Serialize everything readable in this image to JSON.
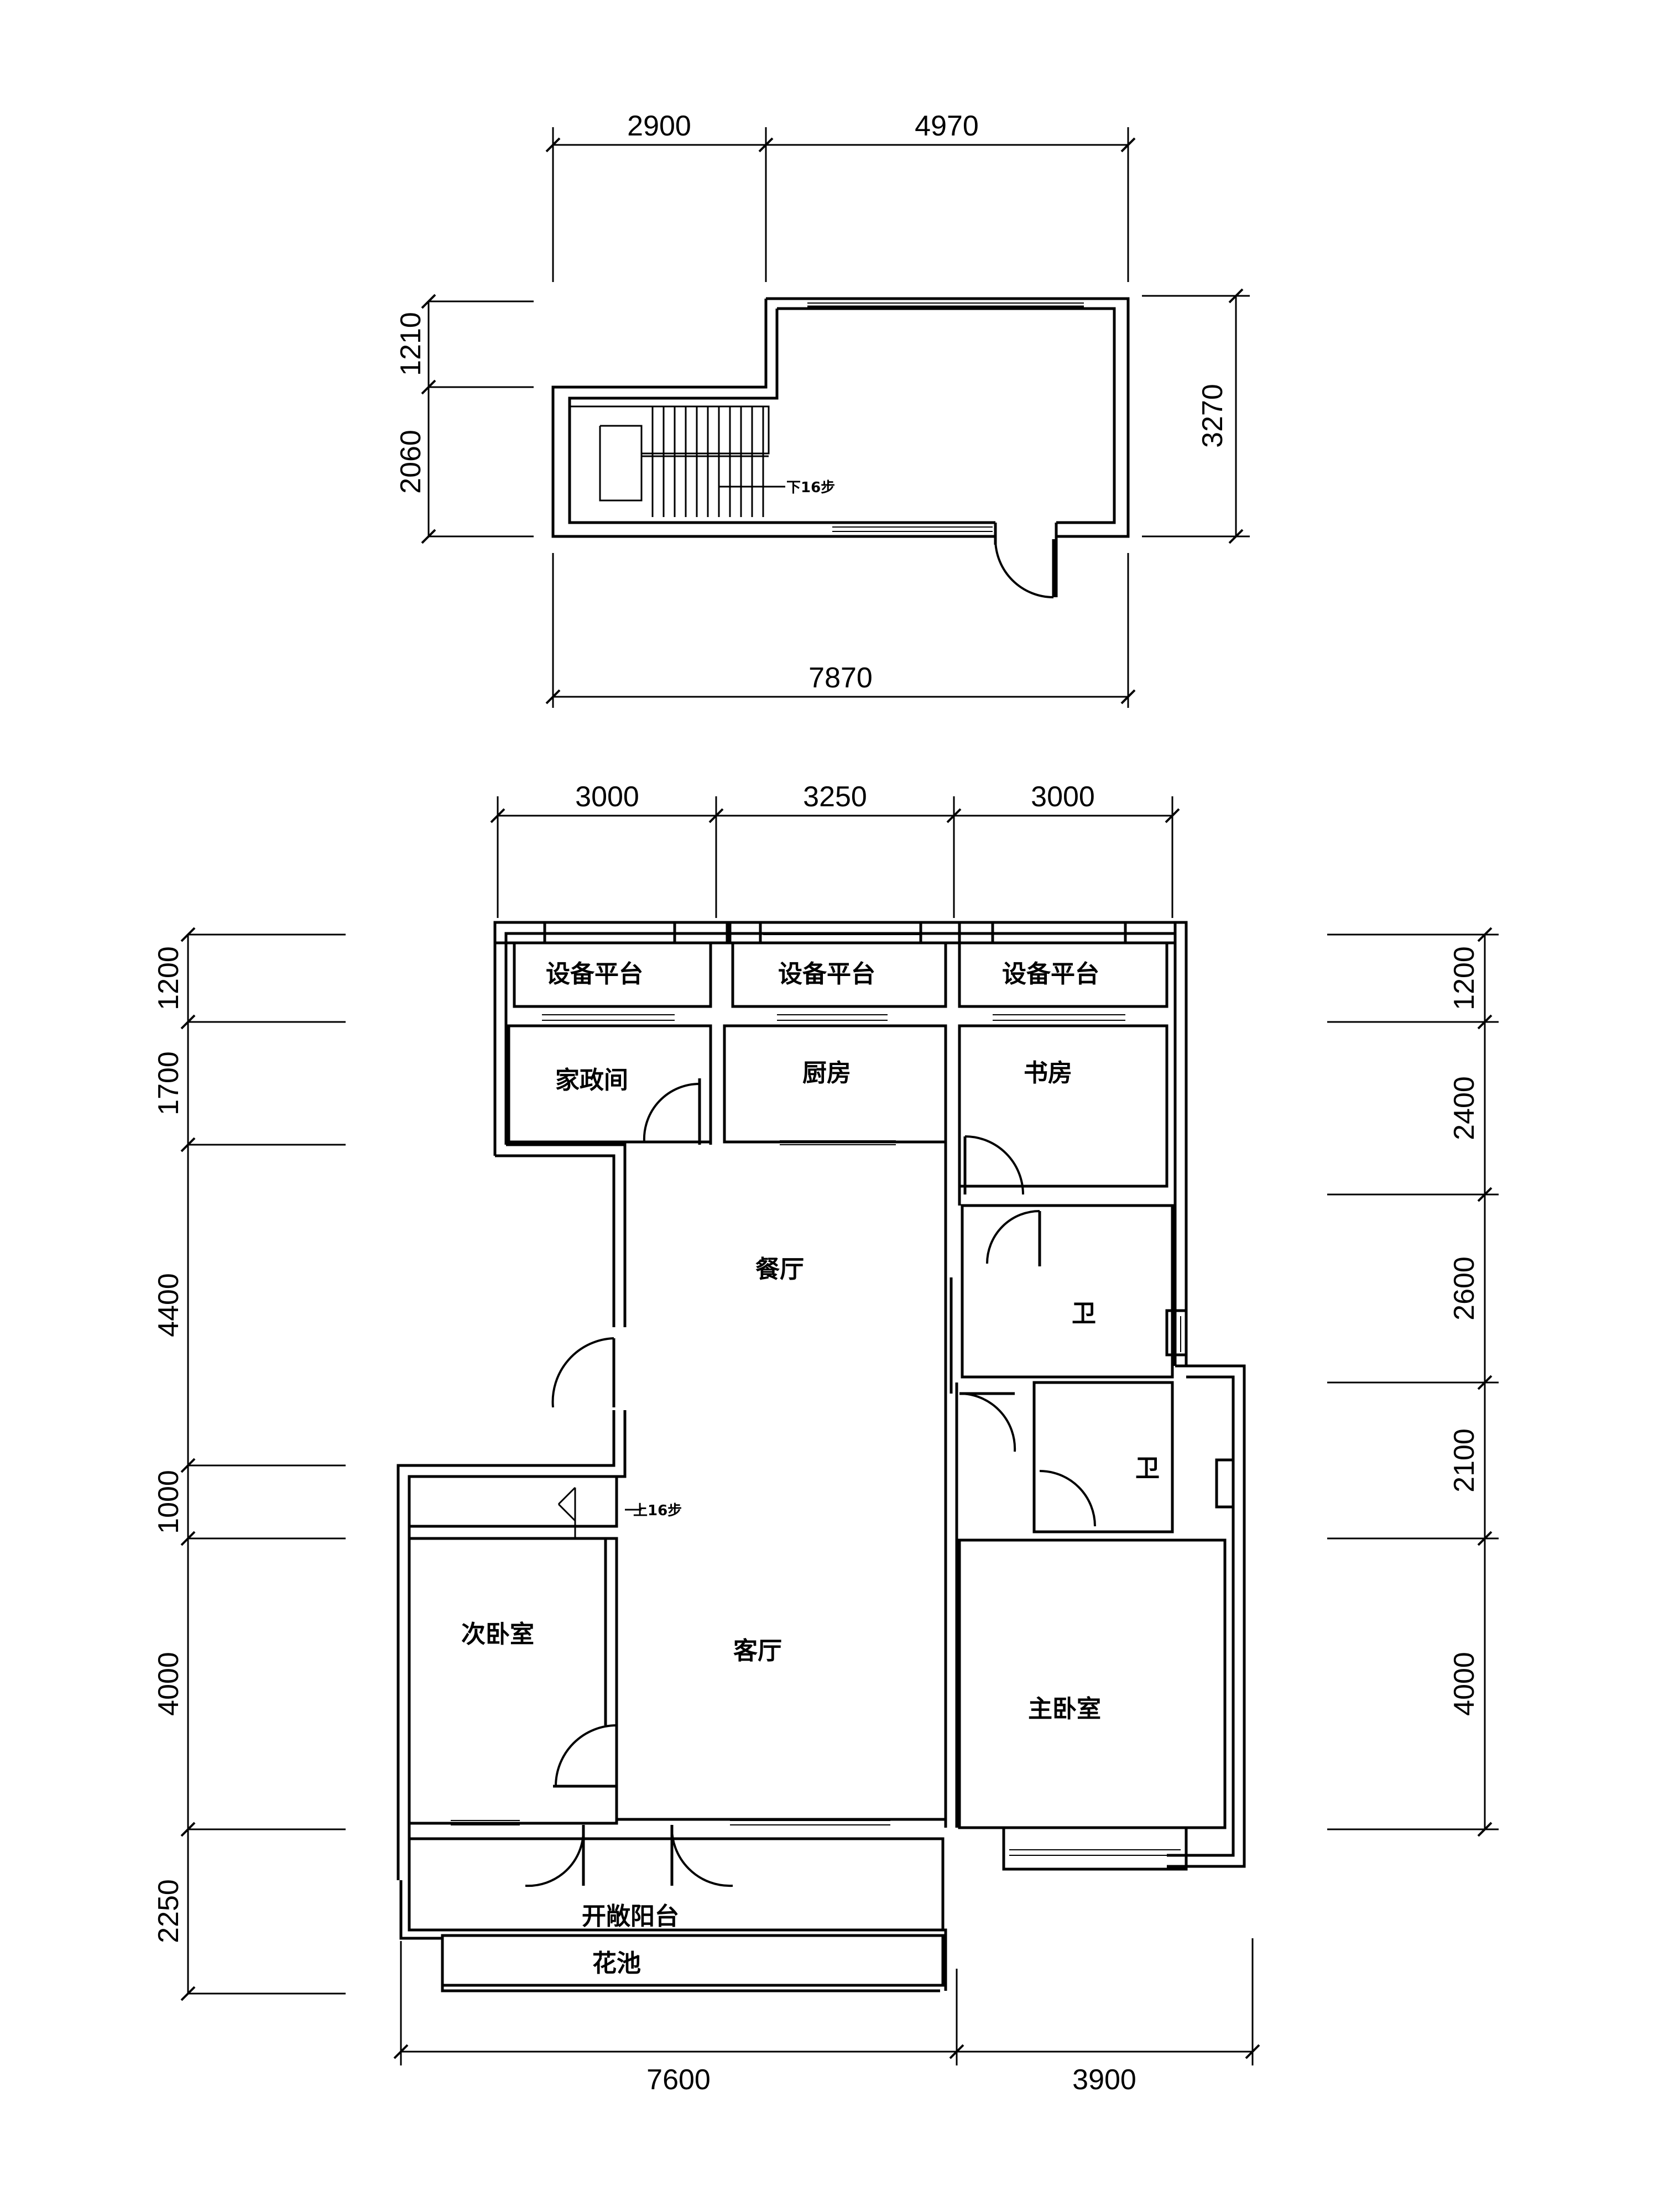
{
  "upper_plan": {
    "dims_top": [
      "2900",
      "4970"
    ],
    "dims_left": [
      "1210",
      "2060"
    ],
    "dim_right": "3270",
    "dim_bottom": "7870",
    "stair_note": "下16步"
  },
  "main_plan": {
    "dims_top": [
      "3000",
      "3250",
      "3000"
    ],
    "dims_left": [
      "1200",
      "1700",
      "4400",
      "1000",
      "4000",
      "2250"
    ],
    "dims_right": [
      "1200",
      "2400",
      "2600",
      "2100",
      "4000"
    ],
    "dims_bottom": [
      "7600",
      "3900"
    ],
    "stair_note": "上16步",
    "rooms": {
      "platform_1": "设备平台",
      "platform_2": "设备平台",
      "platform_3": "设备平台",
      "utility": "家政间",
      "kitchen": "厨房",
      "study": "书房",
      "dining": "餐厅",
      "bath_1": "卫",
      "bath_2": "卫",
      "second_bedroom": "次卧室",
      "living": "客厅",
      "master_bedroom": "主卧室",
      "balcony": "开敞阳台",
      "planter": "花池"
    }
  }
}
